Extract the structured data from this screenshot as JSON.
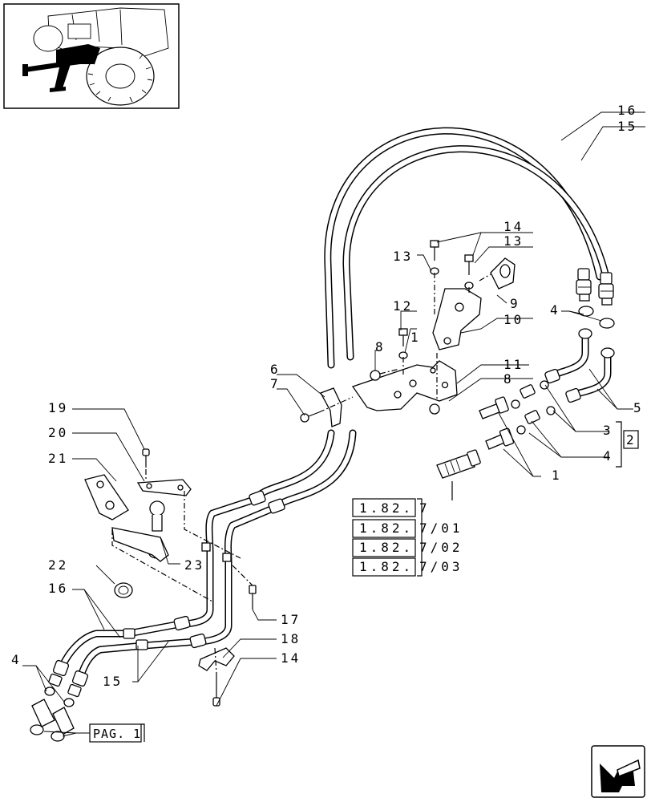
{
  "labels": {
    "l16top": "16",
    "l15top": "15",
    "l14a": "14",
    "l13a": "13",
    "l13b": "13",
    "l12": "12",
    "l1a": "1",
    "l10": "10",
    "l9": "9",
    "l8a": "8",
    "l11": "11",
    "l8b": "8",
    "l6": "6",
    "l7": "7",
    "l4a": "4",
    "l5": "5",
    "l3": "3",
    "l2": "2",
    "l4b": "4",
    "l1b": "1",
    "l19": "19",
    "l20": "20",
    "l21": "21",
    "l23": "23",
    "l22": "22",
    "l16b": "16",
    "l17": "17",
    "l18": "18",
    "l14b": "14",
    "l15b": "15",
    "l4c": "4",
    "pag": "PAG. 1"
  },
  "refs": [
    {
      "code": "1.82.",
      "suffix": "7"
    },
    {
      "code": "1.82.",
      "suffix": "7/01"
    },
    {
      "code": "1.82.",
      "suffix": "7/02"
    },
    {
      "code": "1.82.",
      "suffix": "7/03"
    }
  ],
  "icons": {
    "thumbnail": "tractor-location-thumbnail",
    "nav": "arrow-nav-icon"
  }
}
